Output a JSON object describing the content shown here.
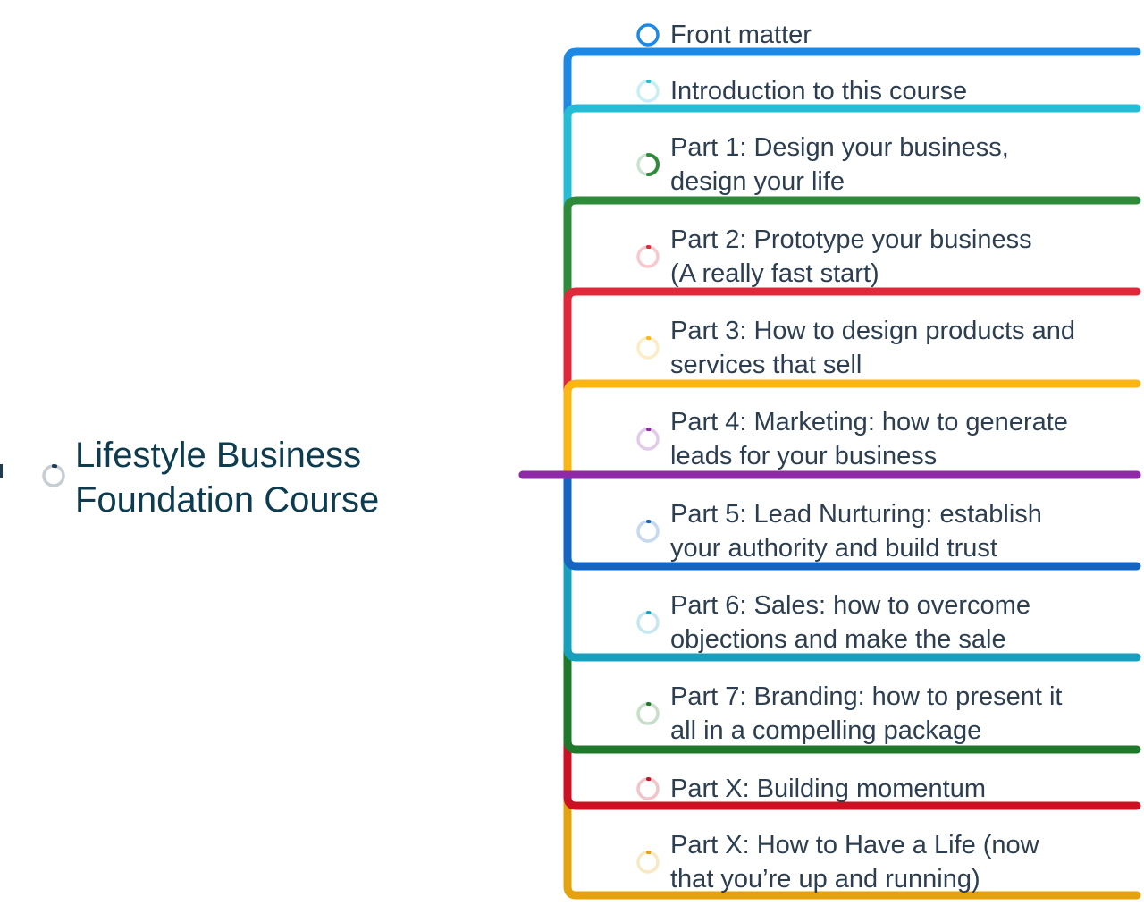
{
  "root": {
    "title_lines": [
      "Lifestyle Business",
      "Foundation Course"
    ],
    "progress_color": "#1f3b4d"
  },
  "center_line_color": "#8e2aa8",
  "branches": [
    {
      "lines": [
        "Front matter"
      ],
      "color": "#1e88e5",
      "progress": 0
    },
    {
      "lines": [
        "Introduction to this course"
      ],
      "color": "#26bcd6",
      "progress": 0.02
    },
    {
      "lines": [
        "Part 1: Design your business,",
        "design your life"
      ],
      "color": "#2e8b3a",
      "progress": 0.5
    },
    {
      "lines": [
        "Part 2: Prototype your business",
        "(A really fast start)"
      ],
      "color": "#e0283a",
      "progress": 0.02
    },
    {
      "lines": [
        "Part 3: How to design products and",
        "services that sell"
      ],
      "color": "#fbb614",
      "progress": 0.02
    },
    {
      "lines": [
        "Part 4: Marketing: how to generate",
        "leads for your business"
      ],
      "color": "#8e2aa8",
      "progress": 0.02
    },
    {
      "lines": [
        "Part 5: Lead Nurturing: establish",
        "your authority and build trust"
      ],
      "color": "#1565c0",
      "progress": 0.02
    },
    {
      "lines": [
        "Part 6: Sales: how to overcome",
        "objections and make the sale"
      ],
      "color": "#16a0bd",
      "progress": 0.02
    },
    {
      "lines": [
        "Part 7: Branding: how to present it",
        "all in a compelling package"
      ],
      "color": "#1e7a2a",
      "progress": 0.02
    },
    {
      "lines": [
        "Part X: Building momentum"
      ],
      "color": "#cc1122",
      "progress": 0.02
    },
    {
      "lines": [
        "Part X: How to Have a Life (now",
        "that you’re up and running)"
      ],
      "color": "#e3a20e",
      "progress": 0.02
    }
  ]
}
